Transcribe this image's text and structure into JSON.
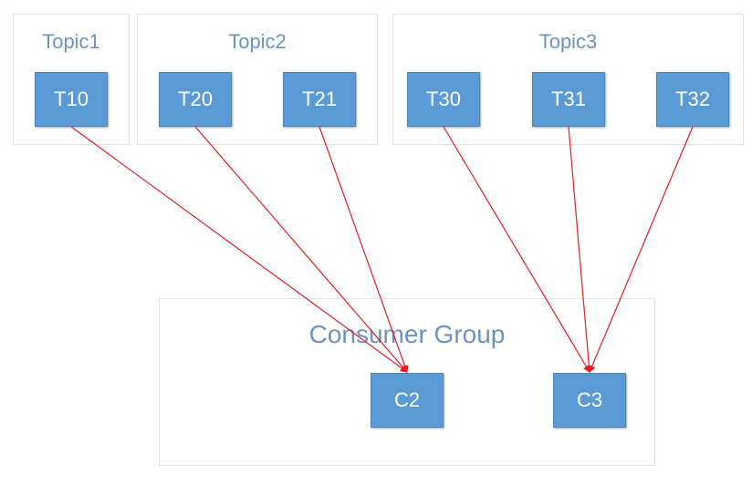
{
  "topics": [
    {
      "title": "Topic1",
      "partitions": [
        "T10"
      ]
    },
    {
      "title": "Topic2",
      "partitions": [
        "T20",
        "T21"
      ]
    },
    {
      "title": "Topic3",
      "partitions": [
        "T30",
        "T31",
        "T32"
      ]
    }
  ],
  "consumer_group": {
    "title": "Consumer Group",
    "consumers": [
      "C2",
      "C3"
    ]
  },
  "edges": [
    {
      "from": "T10",
      "to": "C2"
    },
    {
      "from": "T20",
      "to": "C2"
    },
    {
      "from": "T21",
      "to": "C2"
    },
    {
      "from": "T30",
      "to": "C3"
    },
    {
      "from": "T31",
      "to": "C3"
    },
    {
      "from": "T32",
      "to": "C3"
    }
  ],
  "colors": {
    "node_fill": "#5b9bd5",
    "title_text": "#6b94c4",
    "edge": "#e31e24"
  }
}
